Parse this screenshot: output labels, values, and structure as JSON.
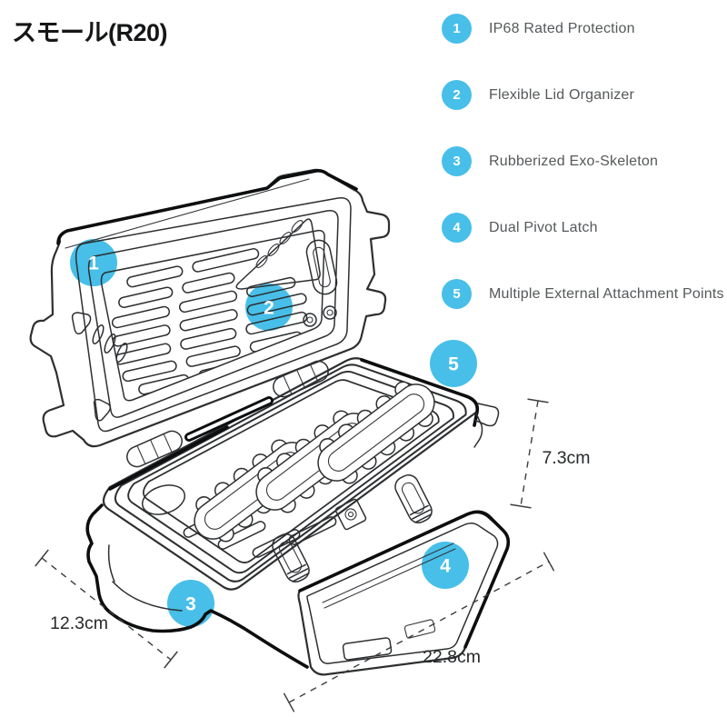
{
  "title": "スモール(R20)",
  "accent_color": "#47bfe9",
  "legend": {
    "items": [
      {
        "number": "1",
        "label": "IP68 Rated Protection"
      },
      {
        "number": "2",
        "label": "Flexible Lid Organizer"
      },
      {
        "number": "3",
        "label": "Rubberized Exo-Skeleton"
      },
      {
        "number": "4",
        "label": "Dual Pivot Latch"
      },
      {
        "number": "5",
        "label": "Multiple External Attachment Points"
      }
    ]
  },
  "diagram": {
    "callouts": [
      {
        "number": "1"
      },
      {
        "number": "2"
      },
      {
        "number": "3"
      },
      {
        "number": "4"
      },
      {
        "number": "5"
      }
    ],
    "dimensions": {
      "depth": "12.3cm",
      "width": "22.8cm",
      "height": "7.3cm"
    }
  }
}
